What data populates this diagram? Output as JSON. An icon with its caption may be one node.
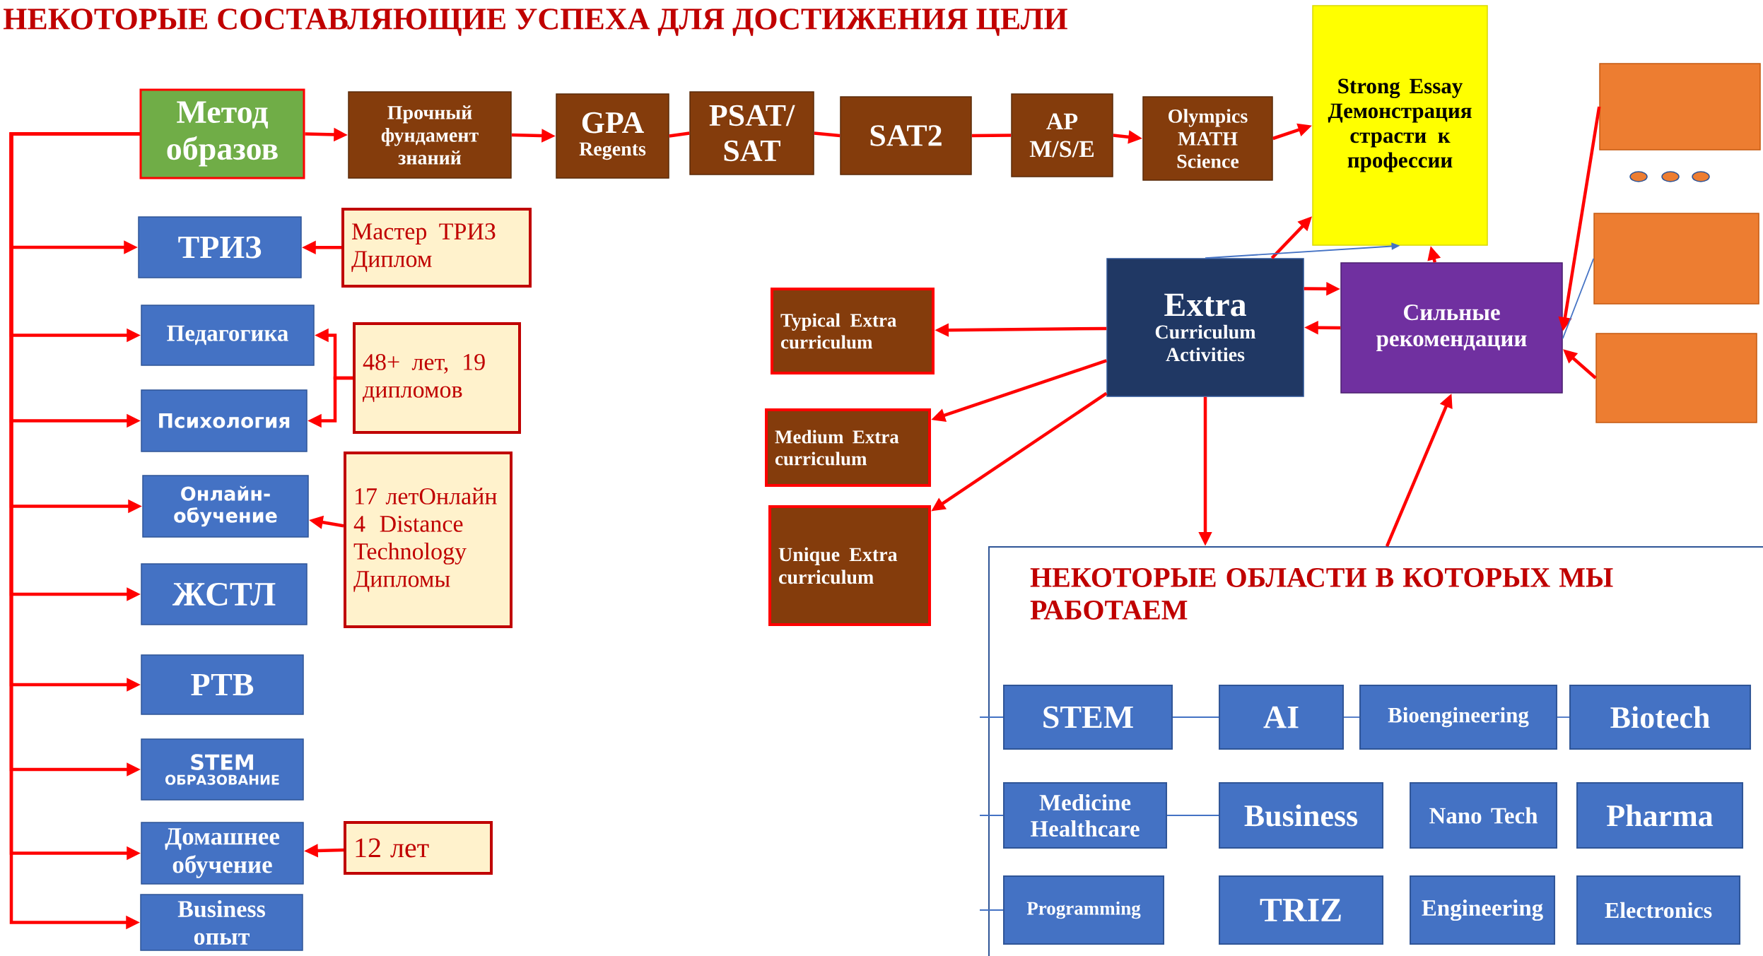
{
  "diagram": {
    "title": "НЕКОТОРЫЕ СОСТАВЛЯЮЩИЕ УСПЕХА ДЛЯ ДОСТИЖЕНИЯ ЦЕЛИ",
    "nodes": [
      {
        "text": [
          "Метод образов"
        ]
      },
      {
        "text": [
          "Прочный фундамент знаний"
        ]
      },
      {
        "text": [
          "GPA",
          "Regents"
        ]
      },
      {
        "text": [
          "PSAT/ SAT"
        ]
      },
      {
        "text": [
          "SAT2"
        ]
      },
      {
        "text": [
          "AP M/S/E"
        ]
      },
      {
        "text": [
          "Olympics MATH Science"
        ]
      },
      {
        "text": [
          "Strong Essay Демонстрация страсти к профессии"
        ]
      },
      {
        "text": [],
        "shape": "box"
      },
      {
        "text": [],
        "shape": "box"
      },
      {
        "text": [],
        "shape": "box"
      },
      {
        "text": [
          "Extra",
          "Curriculum Activities"
        ]
      },
      {
        "text": [
          "Сильные рекомендации"
        ]
      },
      {
        "text": [
          "Typical Extra curriculum"
        ]
      },
      {
        "text": [
          "Medium Extra curriculum"
        ]
      },
      {
        "text": [
          "Unique Extra curriculum"
        ]
      },
      {
        "text": [
          "НЕКОТОРЫЕ ОБЛАСТИ В КОТОРЫХ МЫ РАБОТАЕМ"
        ]
      },
      {
        "text": [
          "ТРИЗ"
        ]
      },
      {
        "text": [
          "Мастер ТРИЗ Диплом"
        ]
      },
      {
        "text": [
          "Педагогика"
        ]
      },
      {
        "text": [
          "Психология"
        ]
      },
      {
        "text": [
          "48+ лет, 19 дипломов"
        ]
      },
      {
        "text": [
          "Онлайн-обучение"
        ]
      },
      {
        "text": [
          "17 летОнлайн 4 Distance Technology Дипломы"
        ]
      },
      {
        "text": [
          "ЖСТЛ"
        ]
      },
      {
        "text": [
          "РТВ"
        ]
      },
      {
        "text": [
          "STEM",
          "ОБРАЗОВАНИЕ"
        ]
      },
      {
        "text": [
          "Домашнее обучение"
        ]
      },
      {
        "text": [
          "12 лет"
        ]
      },
      {
        "text": [
          "Business опыт"
        ]
      },
      {
        "text": [
          "STEM"
        ],
        "in": 16
      },
      {
        "text": [
          "AI"
        ],
        "in": 16
      },
      {
        "text": [
          "Bioengineering"
        ],
        "in": 16
      },
      {
        "text": [
          "Biotech"
        ],
        "in": 16
      },
      {
        "text": [
          "Medicine Healthcare"
        ],
        "in": 16
      },
      {
        "text": [
          "Business"
        ],
        "in": 16
      },
      {
        "text": [
          "Nano Tech"
        ],
        "in": 16
      },
      {
        "text": [
          "Pharma"
        ],
        "in": 16
      },
      {
        "text": [
          "Programming"
        ],
        "in": 16
      },
      {
        "text": [
          "TRIZ"
        ],
        "in": 16
      },
      {
        "text": [
          "Engineering"
        ],
        "in": 16
      },
      {
        "text": [
          "Electronics"
        ],
        "in": 16
      }
    ],
    "edges": [
      {
        "from": 0,
        "to": 1,
        "arrow": "to"
      },
      {
        "from": 1,
        "to": 2,
        "arrow": "to"
      },
      {
        "from": 2,
        "to": 3,
        "arrow": "none"
      },
      {
        "from": 3,
        "to": 4,
        "arrow": "none"
      },
      {
        "from": 4,
        "to": 5,
        "arrow": "none"
      },
      {
        "from": 5,
        "to": 6,
        "arrow": "to"
      },
      {
        "from": 6,
        "to": 7,
        "arrow": "to"
      },
      {
        "from": 0,
        "to": 17,
        "arrow": "to"
      },
      {
        "from": 0,
        "to": 19,
        "arrow": "to"
      },
      {
        "from": 0,
        "to": 20,
        "arrow": "to"
      },
      {
        "from": 0,
        "to": 22,
        "arrow": "to"
      },
      {
        "from": 0,
        "to": 24,
        "arrow": "to"
      },
      {
        "from": 0,
        "to": 25,
        "arrow": "to"
      },
      {
        "from": 0,
        "to": 26,
        "arrow": "to"
      },
      {
        "from": 0,
        "to": 27,
        "arrow": "to"
      },
      {
        "from": 0,
        "to": 29,
        "arrow": "to"
      },
      {
        "from": 18,
        "to": 17,
        "arrow": "to"
      },
      {
        "from": 21,
        "to": 19,
        "arrow": "to"
      },
      {
        "from": 21,
        "to": 20,
        "arrow": "to"
      },
      {
        "from": 23,
        "to": 22,
        "arrow": "to"
      },
      {
        "from": 28,
        "to": 27,
        "arrow": "to"
      },
      {
        "from": 11,
        "to": 7,
        "arrow": "to"
      },
      {
        "from": 11,
        "to": 7,
        "arrow": "to",
        "color": "#4472c4"
      },
      {
        "from": 12,
        "to": 7,
        "arrow": "to"
      },
      {
        "from": 11,
        "to": 12,
        "arrow": "to"
      },
      {
        "from": 12,
        "to": 11,
        "arrow": "to"
      },
      {
        "from": 11,
        "to": 13,
        "arrow": "to"
      },
      {
        "from": 11,
        "to": 14,
        "arrow": "to"
      },
      {
        "from": 11,
        "to": 15,
        "arrow": "to"
      },
      {
        "from": 11,
        "to": 16,
        "arrow": "to"
      },
      {
        "from": 16,
        "to": 12,
        "arrow": "to"
      },
      {
        "from": 8,
        "to": 12,
        "arrow": "to"
      },
      {
        "from": 9,
        "to": 12,
        "arrow": "none",
        "color": "#4472c4"
      },
      {
        "from": 10,
        "to": 12,
        "arrow": "to"
      },
      {
        "from": 30,
        "to": 31,
        "arrow": "none",
        "color": "#4472c4"
      },
      {
        "from": 31,
        "to": 32,
        "arrow": "none",
        "color": "#4472c4"
      },
      {
        "from": 32,
        "to": 33,
        "arrow": "none",
        "color": "#4472c4"
      },
      {
        "from": 34,
        "to": 35,
        "arrow": "none",
        "color": "#4472c4"
      },
      {
        "from": null,
        "to": 30,
        "arrow": "none",
        "color": "#4472c4"
      },
      {
        "from": null,
        "to": 34,
        "arrow": "none",
        "color": "#4472c4"
      },
      {
        "from": null,
        "to": 38,
        "arrow": "none",
        "color": "#4472c4"
      }
    ]
  }
}
